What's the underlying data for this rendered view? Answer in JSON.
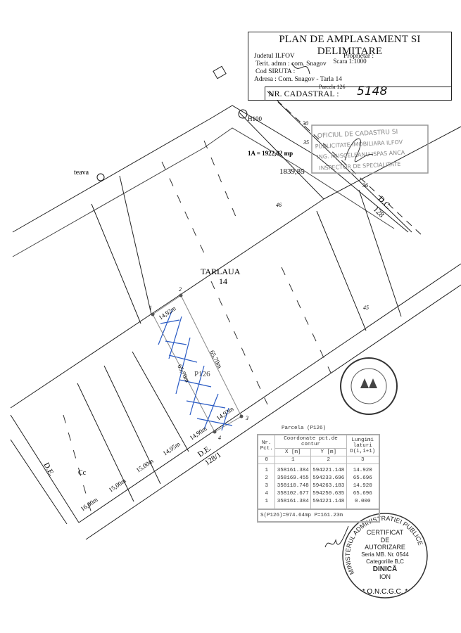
{
  "title_block": {
    "title": "PLAN DE AMPLASAMENT SI DELIMITARE",
    "scale": "Scara 1:1000",
    "county": "Judetul ILFOV",
    "owner_label": "Proprietar :",
    "territory": "Terit. admn : com. Snagov",
    "siruta": "Cod SIRUTA :",
    "address": "Adresa : Com. Snagov - Tarla 14",
    "parcel": "Parcela 126",
    "cadastral_label": "NR. CADASTRAL :",
    "cadastral_number": "5148"
  },
  "drawing": {
    "area_label": "1A = 1922,82 mp",
    "area_value": "1839,85",
    "h100": "H100",
    "teava": "teava",
    "tarlaua": "TARLAUA",
    "tarlaua_nr": "14",
    "parcel_label": "P126",
    "road_dc": "D.C.",
    "road_dc_nr": "128",
    "road_de": "D.E.",
    "road_de_nr": "128/1",
    "road_de_left": "D.E.",
    "cc": "Cc",
    "points": [
      "1",
      "2",
      "3",
      "4"
    ],
    "markers": [
      "30",
      "35",
      "36",
      "46",
      "45"
    ],
    "dims": {
      "side_12": "14,92m",
      "side_23": "65,70m",
      "side_14": "65,70m",
      "side_34": "14,93m",
      "w1": "16,00m",
      "w2": "15,00m",
      "w3": "15,00m",
      "w4": "14,95m",
      "w5": "14,90m"
    }
  },
  "stamp_top": {
    "line1": "OFICIUL DE CADASTRU SI",
    "line2": "PUBLICITATE IMOBILIARA ILFOV",
    "line3": "ING. MUSCELEANU ISPAS ANCA",
    "line4": "INSPECTOR DE SPECIALITATE"
  },
  "coord_table": {
    "caption": "Parcela (P126)",
    "headers": {
      "nr": "Nr. Pct.",
      "coords": "Coordonate pct.de contur",
      "x": "X [m]",
      "y": "Y [m]",
      "len": "Lungimi laturi D(i,i+1)"
    },
    "col_index": [
      "0",
      "1",
      "2",
      "3"
    ],
    "rows": [
      {
        "pt": "1",
        "x": "358161.384",
        "y": "594221.148",
        "d": "14.920"
      },
      {
        "pt": "2",
        "x": "358169.455",
        "y": "594233.696",
        "d": "65.696"
      },
      {
        "pt": "3",
        "x": "358110.748",
        "y": "594263.183",
        "d": "14.920"
      },
      {
        "pt": "4",
        "x": "358102.677",
        "y": "594250.635",
        "d": "65.696"
      },
      {
        "pt": "1",
        "x": "358161.384",
        "y": "594221.148",
        "d": "0.000"
      }
    ],
    "footer": "S(P126)=974.64mp  P=161.23m"
  },
  "certificate": {
    "ring": "MINISTERUL ADMINISTRATIEI PUBLICE",
    "ring_bottom": "* O.N.C.G.C. *",
    "line1": "CERTIFICAT",
    "line2": "DE",
    "line3": "AUTORIZARE",
    "line4": "Seria MB. Nr. 0544",
    "line5": "Categoriile B,C",
    "name1": "DINICĂ",
    "name2": "ION"
  },
  "colors": {
    "ink": "#111111",
    "hatch": "#2a5bc4",
    "stamp": "#888888"
  }
}
